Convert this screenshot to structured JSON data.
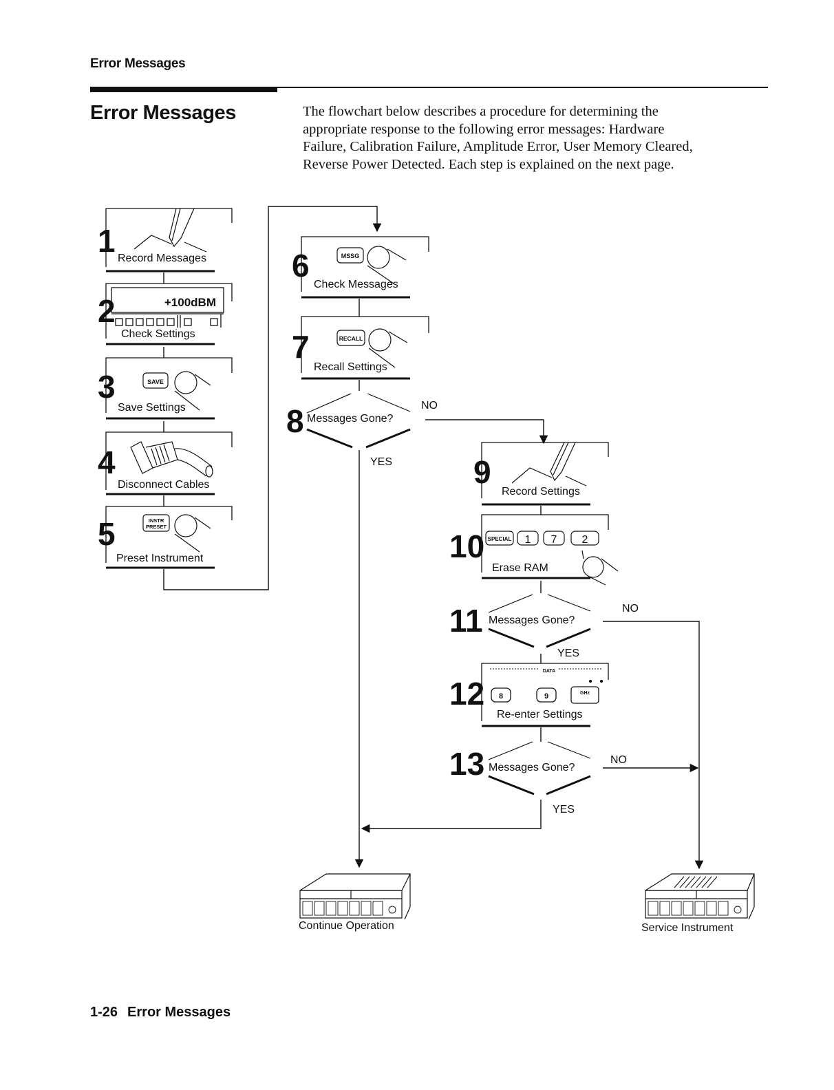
{
  "header": {
    "running_head": "Error Messages"
  },
  "section": {
    "title": "Error Messages",
    "intro_lines": [
      "The flowchart below describes a procedure for determining the",
      "appropriate response to the following error messages: Hardware",
      "Failure, Calibration Failure, Amplitude Error, User Memory Cleared,",
      "Reverse Power Detected. Each step is explained on the next page."
    ]
  },
  "flowchart": {
    "steps": [
      {
        "number": "1",
        "label": "Record Messages",
        "icon": "pencil-icon"
      },
      {
        "number": "2",
        "label": "Check Settings",
        "icon": "display-panel-icon",
        "display_text": "+100dBM"
      },
      {
        "number": "3",
        "label": "Save Settings",
        "icon": "finger-press-icon",
        "key": "SAVE"
      },
      {
        "number": "4",
        "label": "Disconnect Cables",
        "icon": "cable-connector-icon"
      },
      {
        "number": "5",
        "label": "Preset Instrument",
        "icon": "finger-press-icon",
        "key_line1": "INSTR",
        "key_line2": "PRESET"
      },
      {
        "number": "6",
        "label": "Check Messages",
        "icon": "finger-press-icon",
        "key": "MSSG"
      },
      {
        "number": "7",
        "label": "Recall Settings",
        "icon": "finger-press-icon",
        "key": "RECALL"
      },
      {
        "number": "9",
        "label": "Record Settings",
        "icon": "pencil-icon"
      },
      {
        "number": "10",
        "label": "Erase RAM",
        "icon": "finger-press-icon",
        "keys": [
          "SPECIAL",
          "1",
          "7",
          "2"
        ]
      },
      {
        "number": "12",
        "label": "Re-enter Settings",
        "icon": "keypad-icon",
        "panel_text": "DATA",
        "keys": [
          "8",
          "9",
          "GHz"
        ]
      }
    ],
    "decisions": [
      {
        "number": "8",
        "label": "Messages Gone?",
        "yes": "YES",
        "no": "NO"
      },
      {
        "number": "11",
        "label": "Messages Gone?",
        "yes": "YES",
        "no": "NO"
      },
      {
        "number": "13",
        "label": "Messages Gone?",
        "yes": "YES",
        "no": "NO"
      }
    ],
    "outcomes": [
      {
        "label": "Continue Operation",
        "icon": "instrument-icon"
      },
      {
        "label": "Service Instrument",
        "icon": "instrument-icon"
      }
    ]
  },
  "footer": {
    "page_number": "1-26",
    "title": "Error Messages"
  }
}
